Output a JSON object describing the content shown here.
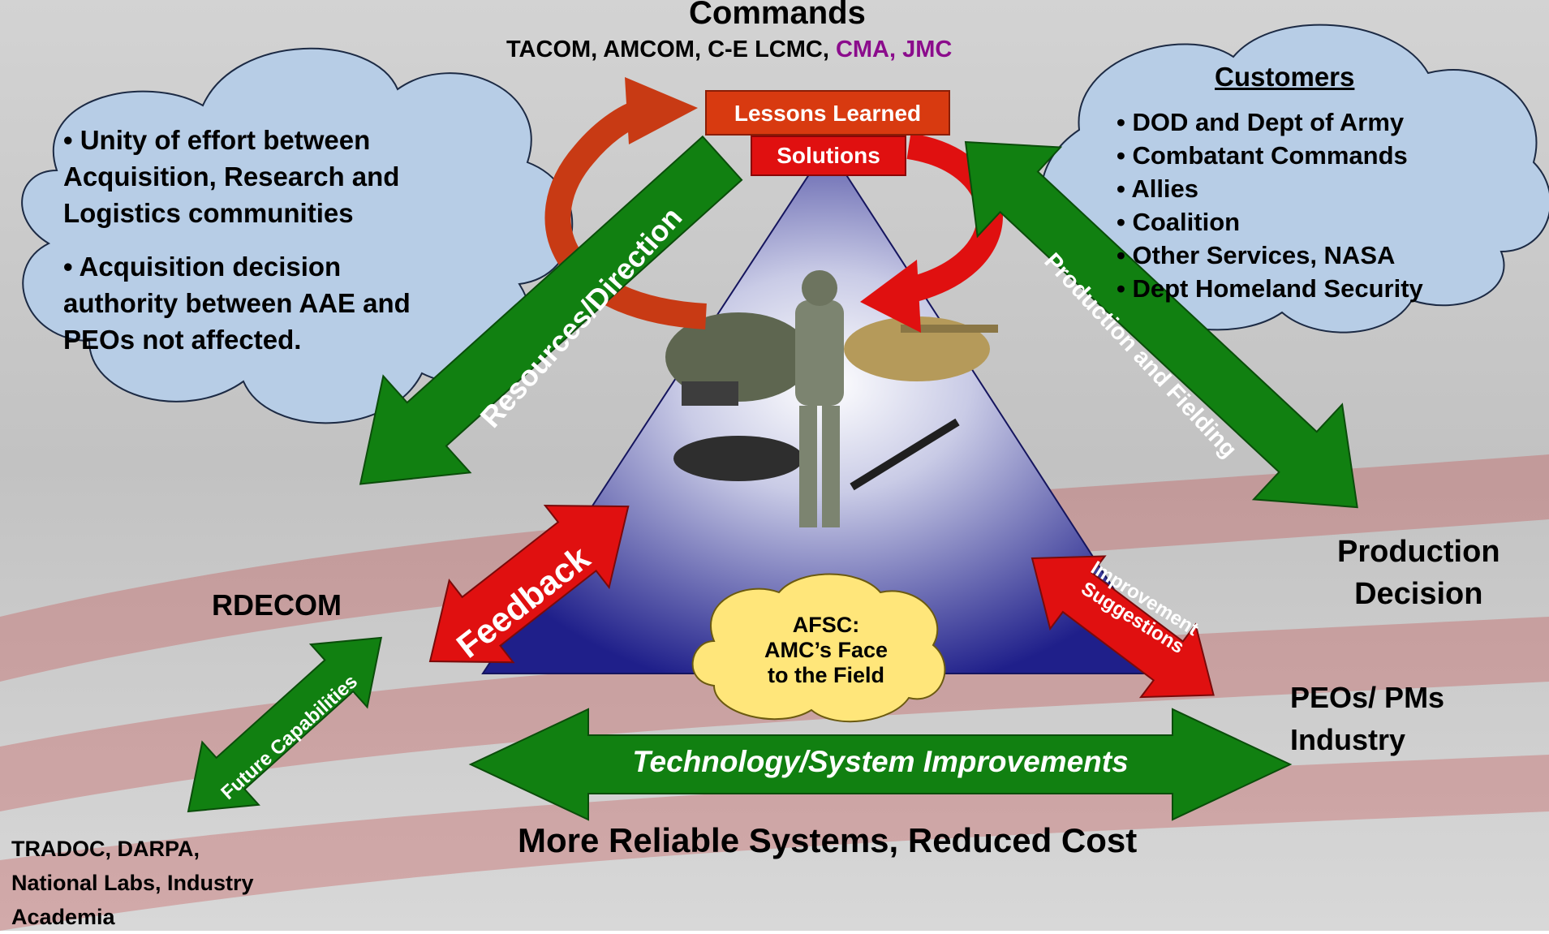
{
  "commands": {
    "title": "Commands",
    "list_main": "TACOM, AMCOM, C-E LCMC, ",
    "list_accent": "CMA, JMC"
  },
  "left_cloud": {
    "bullet1": [
      "• Unity of effort between",
      "Acquisition, Research and",
      "Logistics communities"
    ],
    "bullet2": [
      "• Acquisition decision",
      "authority between AAE and",
      "PEOs not affected."
    ]
  },
  "customers": {
    "title": "Customers",
    "items": [
      "• DOD and Dept of Army",
      "• Combatant Commands",
      "• Allies",
      "• Coalition",
      "• Other Services, NASA",
      "• Dept Homeland Security"
    ]
  },
  "boxes": {
    "lessons": "Lessons Learned",
    "solutions": "Solutions"
  },
  "arrows": {
    "resources": "Resources/Direction",
    "production_fielding": "Production and Fielding",
    "feedback": "Feedback",
    "improvement_line1": "Improvement",
    "improvement_line2": "Suggestions",
    "future": "Future Capabilities",
    "technology": "Technology/System Improvements"
  },
  "nodes": {
    "rdecom": "RDECOM",
    "production_decision": [
      "Production",
      "Decision"
    ],
    "peos": [
      "PEOs/ PMs",
      "Industry"
    ],
    "tradoc": [
      "TRADOC, DARPA,",
      "National Labs, Industry",
      "Academia"
    ],
    "reliable": "More Reliable Systems, Reduced Cost"
  },
  "afsc": [
    "AFSC:",
    "AMC’s Face",
    "to the Field"
  ],
  "colors": {
    "green_arrow": "#118011",
    "red_arrow": "#e01010",
    "box_red": "#d83a10",
    "accent_purple": "#8b0c8c",
    "cloud_fill": "#b7cde6",
    "afsc_cloud": "#ffe67a",
    "triangle": "#26268f"
  }
}
